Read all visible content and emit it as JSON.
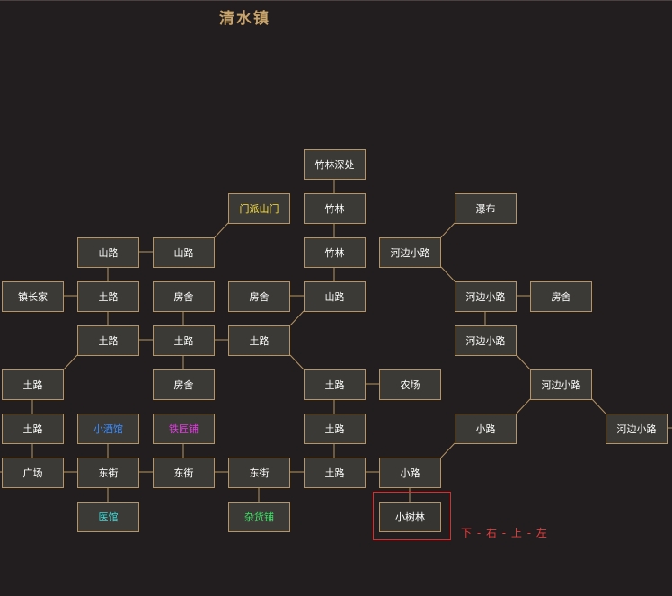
{
  "map": {
    "title": "清水镇",
    "direction_hint": "下 - 右 - 上 - 左",
    "colors": {
      "background": "#221e1f",
      "room_border": "#b59563",
      "room_fill": "#3b3a36",
      "link": "#b59563",
      "highlight": "#e22a2a",
      "yellow": "#ffe23a",
      "blue": "#3b8cff",
      "magenta": "#e23ae2",
      "cyan": "#38d9d9",
      "green": "#35e060"
    },
    "rooms": [
      {
        "id": "bamboo-deep",
        "label": "竹林深处",
        "color": "#ffffff"
      },
      {
        "id": "sect-gate",
        "label": "门派山门",
        "color": "#ffe23a"
      },
      {
        "id": "bamboo-1",
        "label": "竹林",
        "color": "#ffffff"
      },
      {
        "id": "waterfall",
        "label": "瀑布",
        "color": "#ffffff"
      },
      {
        "id": "mountain-road-1",
        "label": "山路",
        "color": "#ffffff"
      },
      {
        "id": "mountain-road-2",
        "label": "山路",
        "color": "#ffffff"
      },
      {
        "id": "bamboo-2",
        "label": "竹林",
        "color": "#ffffff"
      },
      {
        "id": "river-path-1",
        "label": "河边小路",
        "color": "#ffffff"
      },
      {
        "id": "mayor-house",
        "label": "镇长家",
        "color": "#ffffff"
      },
      {
        "id": "dirt-road-1",
        "label": "土路",
        "color": "#ffffff"
      },
      {
        "id": "house-1",
        "label": "房舍",
        "color": "#ffffff"
      },
      {
        "id": "house-2",
        "label": "房舍",
        "color": "#ffffff"
      },
      {
        "id": "mountain-road-3",
        "label": "山路",
        "color": "#ffffff"
      },
      {
        "id": "river-path-2",
        "label": "河边小路",
        "color": "#ffffff"
      },
      {
        "id": "house-3",
        "label": "房舍",
        "color": "#ffffff"
      },
      {
        "id": "dirt-road-2",
        "label": "土路",
        "color": "#ffffff"
      },
      {
        "id": "dirt-road-3",
        "label": "土路",
        "color": "#ffffff"
      },
      {
        "id": "dirt-road-4",
        "label": "土路",
        "color": "#ffffff"
      },
      {
        "id": "river-path-3",
        "label": "河边小路",
        "color": "#ffffff"
      },
      {
        "id": "dirt-road-5",
        "label": "土路",
        "color": "#ffffff"
      },
      {
        "id": "house-4",
        "label": "房舍",
        "color": "#ffffff"
      },
      {
        "id": "dirt-road-6",
        "label": "土路",
        "color": "#ffffff"
      },
      {
        "id": "farm",
        "label": "农场",
        "color": "#ffffff"
      },
      {
        "id": "river-path-4",
        "label": "河边小路",
        "color": "#ffffff"
      },
      {
        "id": "dirt-road-7",
        "label": "土路",
        "color": "#ffffff"
      },
      {
        "id": "tavern",
        "label": "小酒馆",
        "color": "#3b8cff"
      },
      {
        "id": "blacksmith",
        "label": "铁匠铺",
        "color": "#e23ae2"
      },
      {
        "id": "dirt-road-8",
        "label": "土路",
        "color": "#ffffff"
      },
      {
        "id": "path-1",
        "label": "小路",
        "color": "#ffffff"
      },
      {
        "id": "river-path-5",
        "label": "河边小路",
        "color": "#ffffff"
      },
      {
        "id": "square",
        "label": "广场",
        "color": "#ffffff"
      },
      {
        "id": "east-street-1",
        "label": "东街",
        "color": "#ffffff"
      },
      {
        "id": "east-street-2",
        "label": "东街",
        "color": "#ffffff"
      },
      {
        "id": "east-street-3",
        "label": "东街",
        "color": "#ffffff"
      },
      {
        "id": "dirt-road-9",
        "label": "土路",
        "color": "#ffffff"
      },
      {
        "id": "path-2",
        "label": "小路",
        "color": "#ffffff"
      },
      {
        "id": "clinic",
        "label": "医馆",
        "color": "#38d9d9"
      },
      {
        "id": "general-store",
        "label": "杂货铺",
        "color": "#35e060"
      },
      {
        "id": "small-grove",
        "label": "小树林",
        "color": "#ffffff",
        "current": true
      }
    ]
  }
}
